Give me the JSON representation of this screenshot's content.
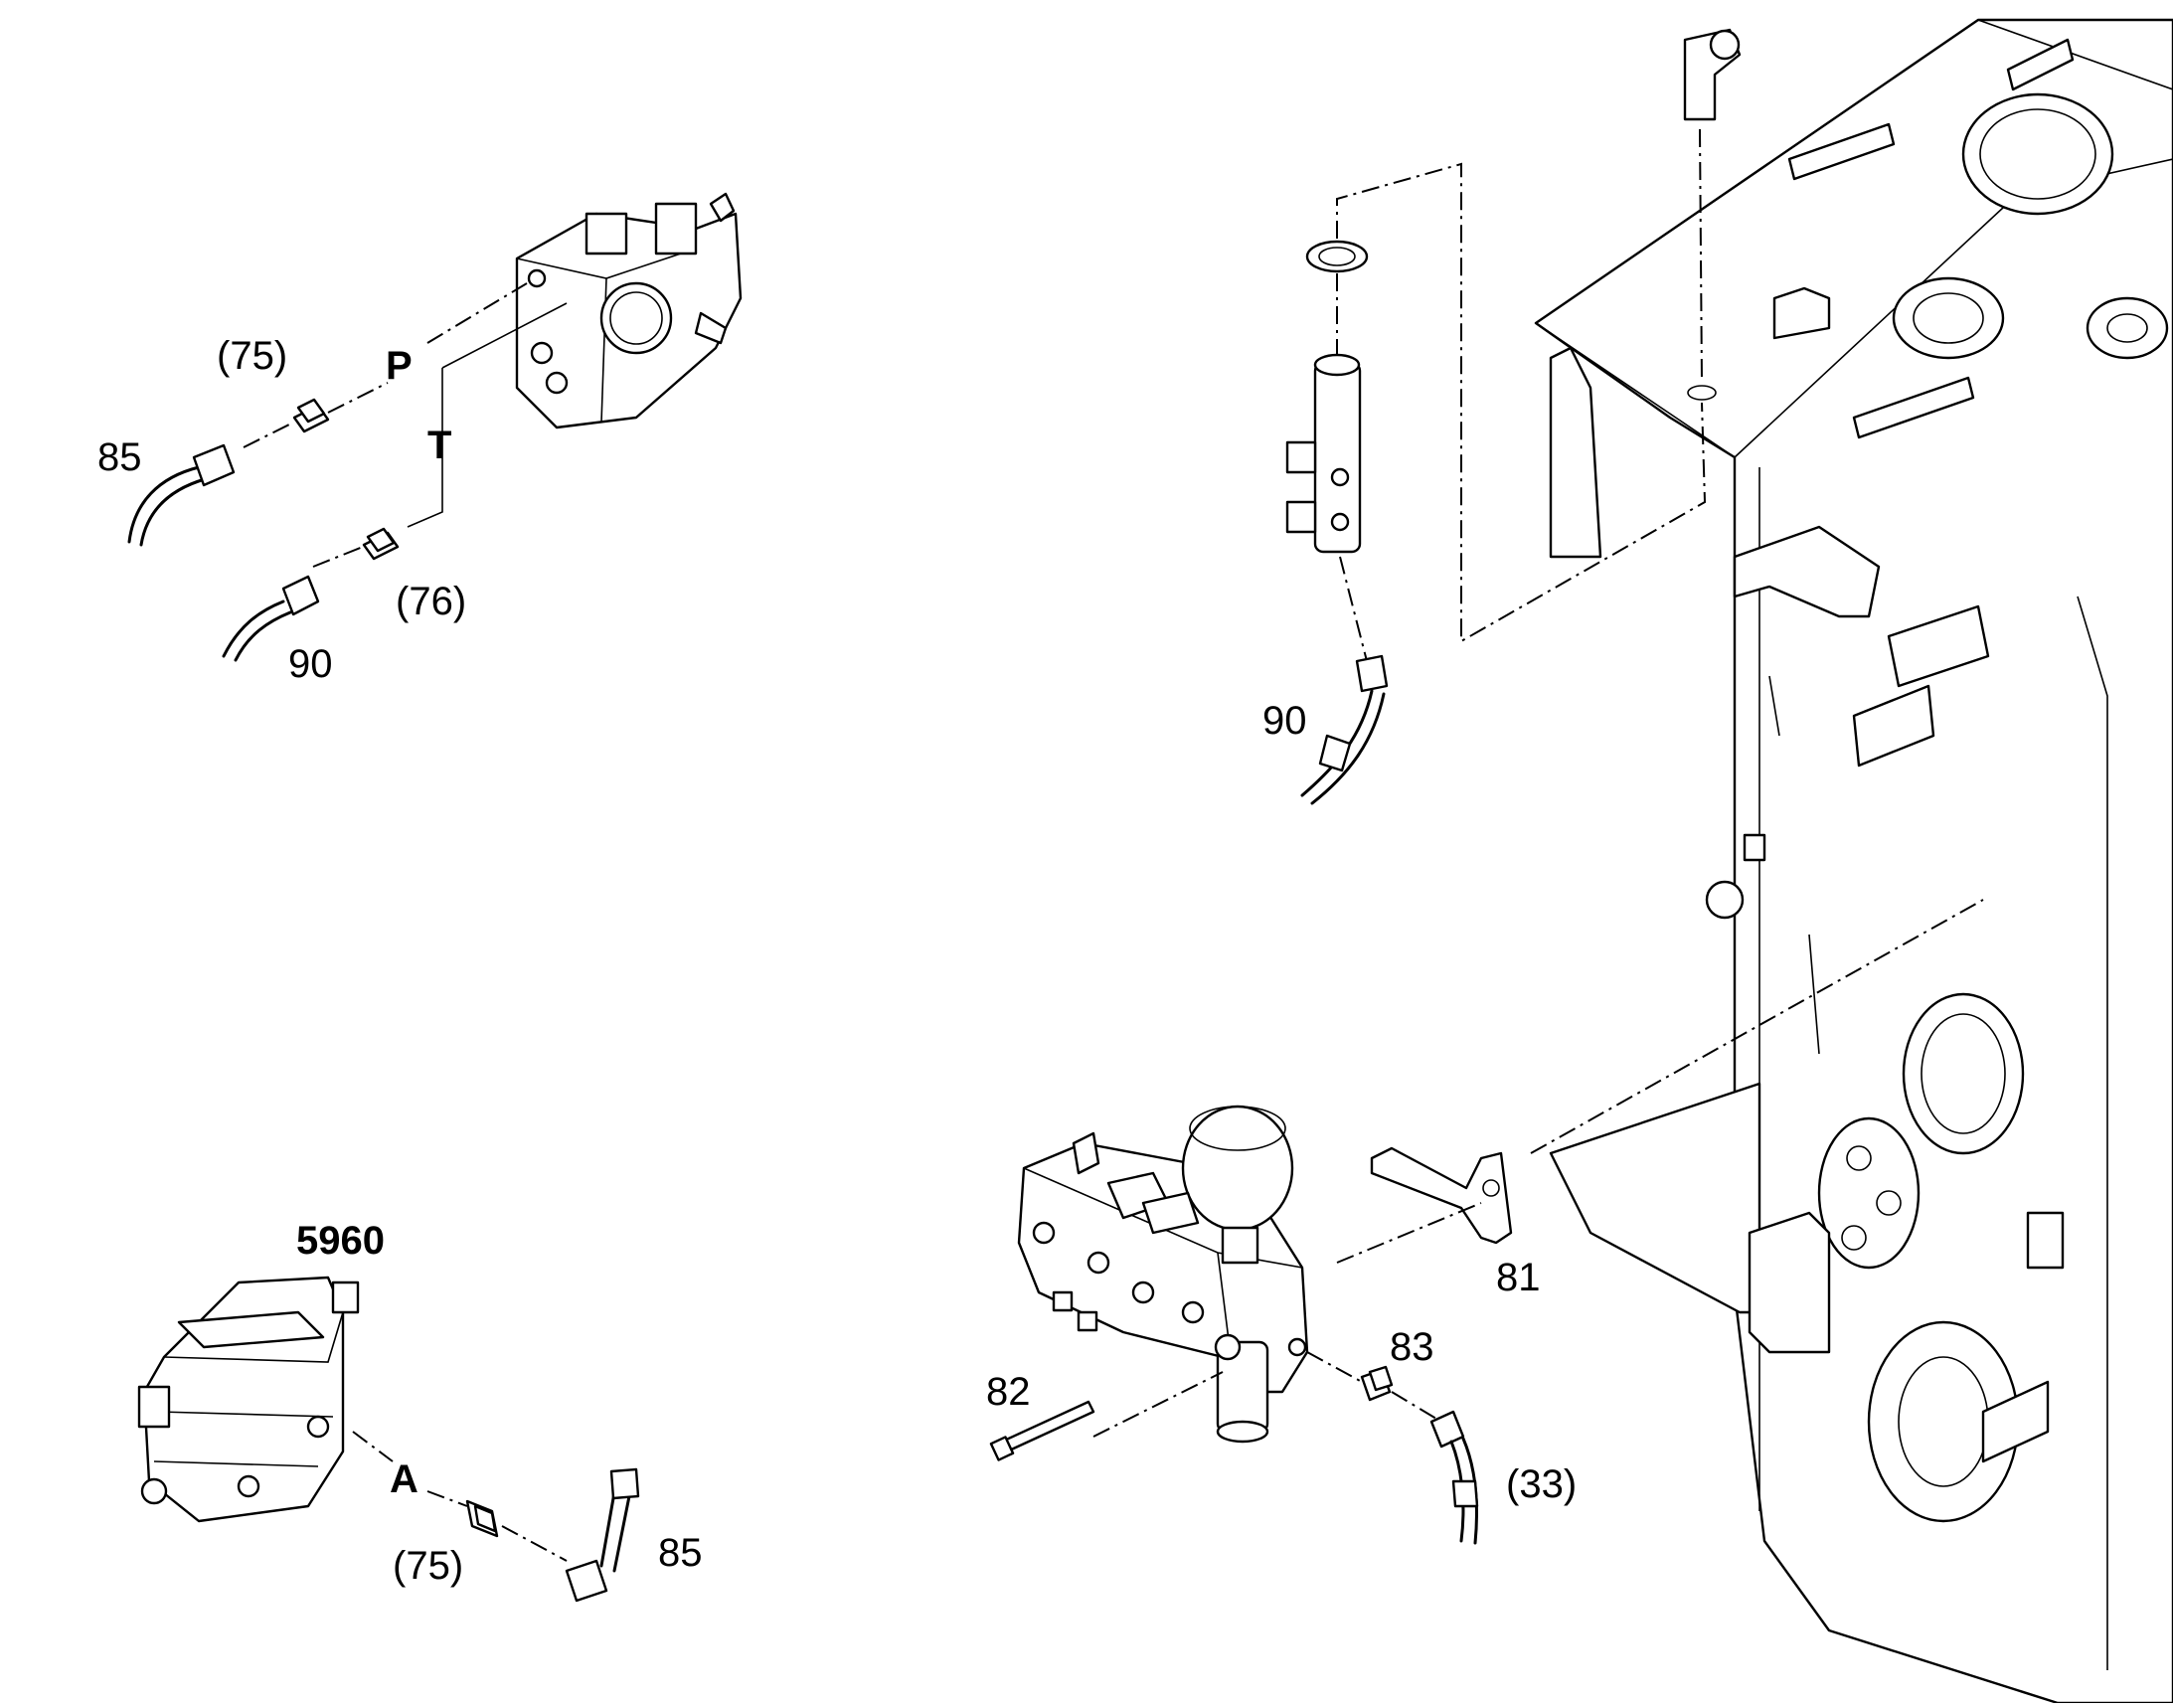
{
  "labels": {
    "top_left": {
      "fitting_75": "(75)",
      "port_p": "P",
      "hose_85": "85",
      "port_t": "T",
      "fitting_76": "(76)",
      "hose_90": "90"
    },
    "bottom_left": {
      "assembly_5960": "5960",
      "port_a": "A",
      "fitting_75": "(75)",
      "hose_85": "85"
    },
    "right": {
      "hose_90": "90",
      "bracket_81": "81",
      "fitting_83": "83",
      "bolt_82": "82",
      "hose_33": "(33)"
    }
  }
}
